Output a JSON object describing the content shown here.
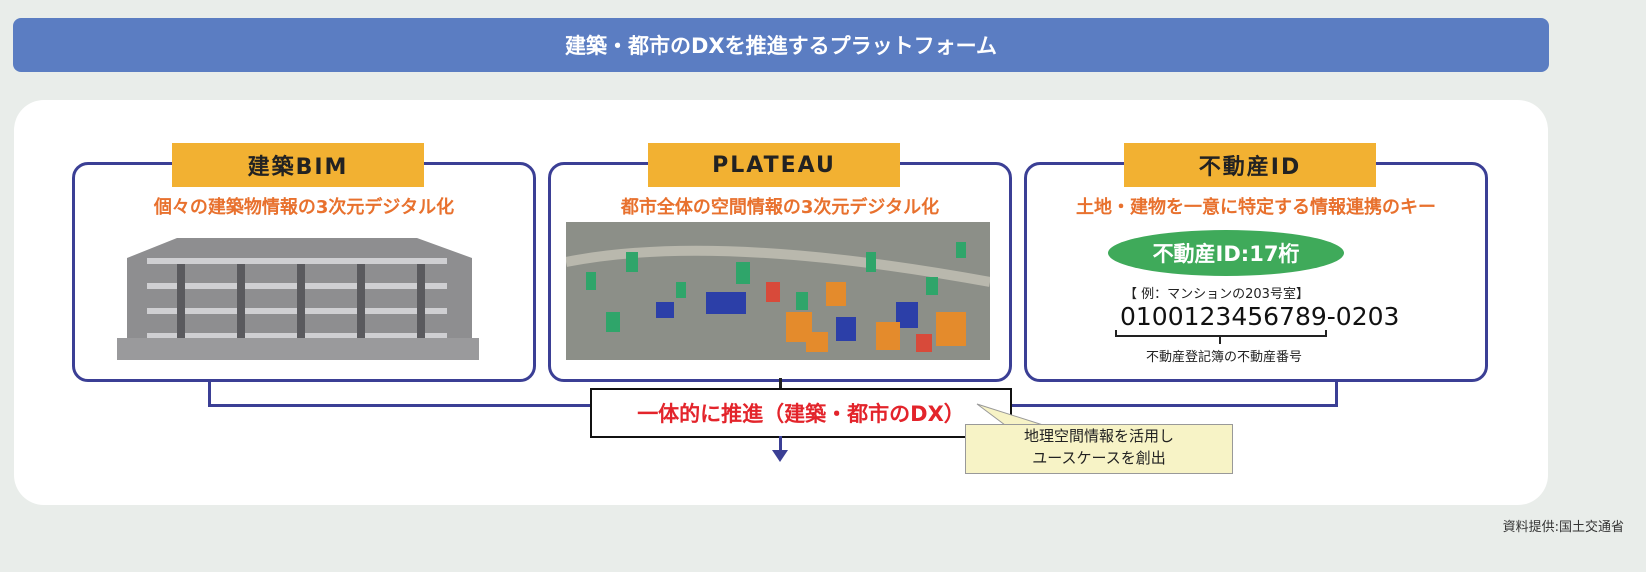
{
  "title": "建築・都市のDXを推進するプラットフォーム",
  "panels": [
    {
      "label": "建築BIM",
      "subtitle": "個々の建築物情報の3次元デジタル化"
    },
    {
      "label": "PLATEAU",
      "subtitle": "都市全体の空間情報の3次元デジタル化"
    },
    {
      "label": "不動産ID",
      "subtitle": "土地・建物を一意に特定する情報連携のキー"
    }
  ],
  "realestate": {
    "badge": "不動産ID:17桁",
    "example": "【 例：マンションの203号室】",
    "id_main": "0100123456789",
    "id_suffix": "-0203",
    "brace_label": "不動産登記簿の不動産番号"
  },
  "center": "一体的に推進（建築・都市のDX）",
  "callout": {
    "line1": "地理空間情報を活用し",
    "line2": "ユースケースを創出"
  },
  "source": "資料提供:国土交通省"
}
